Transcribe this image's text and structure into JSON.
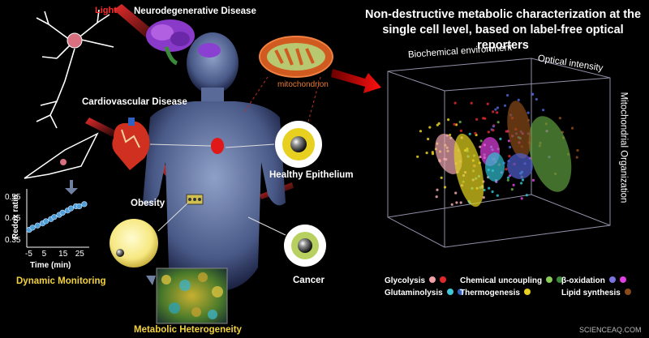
{
  "title": "Non-destructive metabolic characterization at the single cell level, based on label-free optical reporters",
  "labels": {
    "light": "Light",
    "neurodegenerative": "Neurodegenerative Disease",
    "cardiovascular": "Cardiovascular Disease",
    "mitochondrion": "mitochondrion",
    "healthy_epithelium": "Healthy Epithelium",
    "obesity": "Obesity",
    "cancer": "Cancer",
    "metabolic_heterogeneity": "Metabolic Heterogeneity",
    "dynamic_monitoring": "Dynamic Monitoring",
    "watermark": "SCIENCEAQ.COM"
  },
  "axes3d": {
    "biochemical": "Biochemical environment",
    "optical": "Optical intensity",
    "mitochondrial": "Mitochondrial Organization"
  },
  "legend": [
    {
      "label": "Glycolysis",
      "colors": [
        "#f0a0a8",
        "#e02828"
      ]
    },
    {
      "label": "Chemical uncoupling",
      "colors": [
        "#88cc55",
        "#3b8a3b"
      ]
    },
    {
      "label": "β-oxidation",
      "colors": [
        "#7a74e0",
        "#e040e0"
      ]
    },
    {
      "label": "Glutaminolysis",
      "colors": [
        "#40c8d8",
        "#3060c0"
      ]
    },
    {
      "label": "Thermogenesis",
      "colors": [
        "#e8d020"
      ]
    },
    {
      "label": "Lipid synthesis",
      "colors": [
        "#8a4a1a"
      ]
    }
  ],
  "chart_data": {
    "type": "scatter",
    "xlabel": "Time (min)",
    "ylabel": "Redox ratio",
    "x_ticks": [
      "-5",
      "5",
      "15",
      "25"
    ],
    "y_ticks": [
      "0.55",
      "0.45",
      "0.35"
    ],
    "xlim": [
      -5,
      30
    ],
    "ylim": [
      0.33,
      0.58
    ],
    "x": [
      -5,
      -3,
      0,
      3,
      5,
      8,
      10,
      13,
      15,
      18,
      20,
      23,
      25,
      28
    ],
    "y": [
      0.4,
      0.41,
      0.42,
      0.43,
      0.44,
      0.45,
      0.46,
      0.47,
      0.48,
      0.49,
      0.5,
      0.51,
      0.51,
      0.52
    ]
  }
}
